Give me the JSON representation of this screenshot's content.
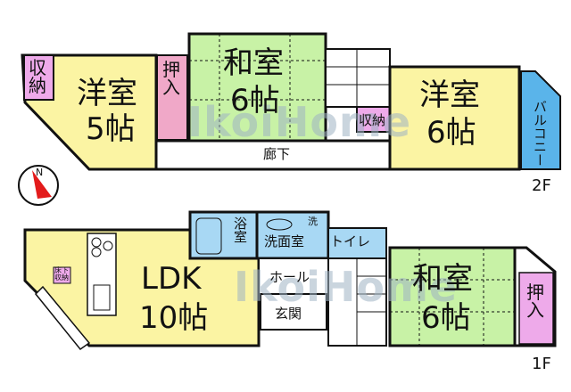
{
  "floors": {
    "second": {
      "tag": "2F",
      "rooms": {
        "western_5": {
          "name": "洋室",
          "size": "5帖",
          "color": "#fbf4a3"
        },
        "storage_left": {
          "name": "収\n納",
          "color": "#eeaaea"
        },
        "closet_oshiire": {
          "name": "押\n入",
          "color": "#eeaaea"
        },
        "japanese_6": {
          "name": "和室",
          "size": "6帖",
          "color": "#c8f2a6"
        },
        "storage_stairs": {
          "name": "収納",
          "color": "#eeaaea"
        },
        "western_6": {
          "name": "洋室",
          "size": "6帖",
          "color": "#fbf4a3"
        },
        "balcony": {
          "name": "バルコニー",
          "color": "#5ab4ea"
        },
        "corridor": {
          "name": "廊下"
        }
      }
    },
    "first": {
      "tag": "1F",
      "rooms": {
        "ldk": {
          "name": "LDK",
          "size": "10帖",
          "color": "#fbf4a3"
        },
        "underfloor_storage": {
          "name": "床下\n収納",
          "color": "#eeaaea"
        },
        "bath": {
          "name": "浴\n室",
          "color": "#a8d8f4"
        },
        "washroom": {
          "name": "洗面室",
          "washer": "洗",
          "color": "#a8d8f4"
        },
        "toilet": {
          "name": "トイレ",
          "color": "#a8d8f4"
        },
        "hall": {
          "name": "ホール"
        },
        "entrance": {
          "name": "玄関"
        },
        "japanese_6": {
          "name": "和室",
          "size": "6帖",
          "color": "#c8f2a6"
        },
        "closet_oshiire": {
          "name": "押\n入",
          "color": "#eeaaea"
        }
      }
    }
  },
  "compass": {
    "label": "N",
    "color": "#e31b1b"
  },
  "watermark": {
    "text": "IkoiHome",
    "color": "#9fb3c4"
  }
}
